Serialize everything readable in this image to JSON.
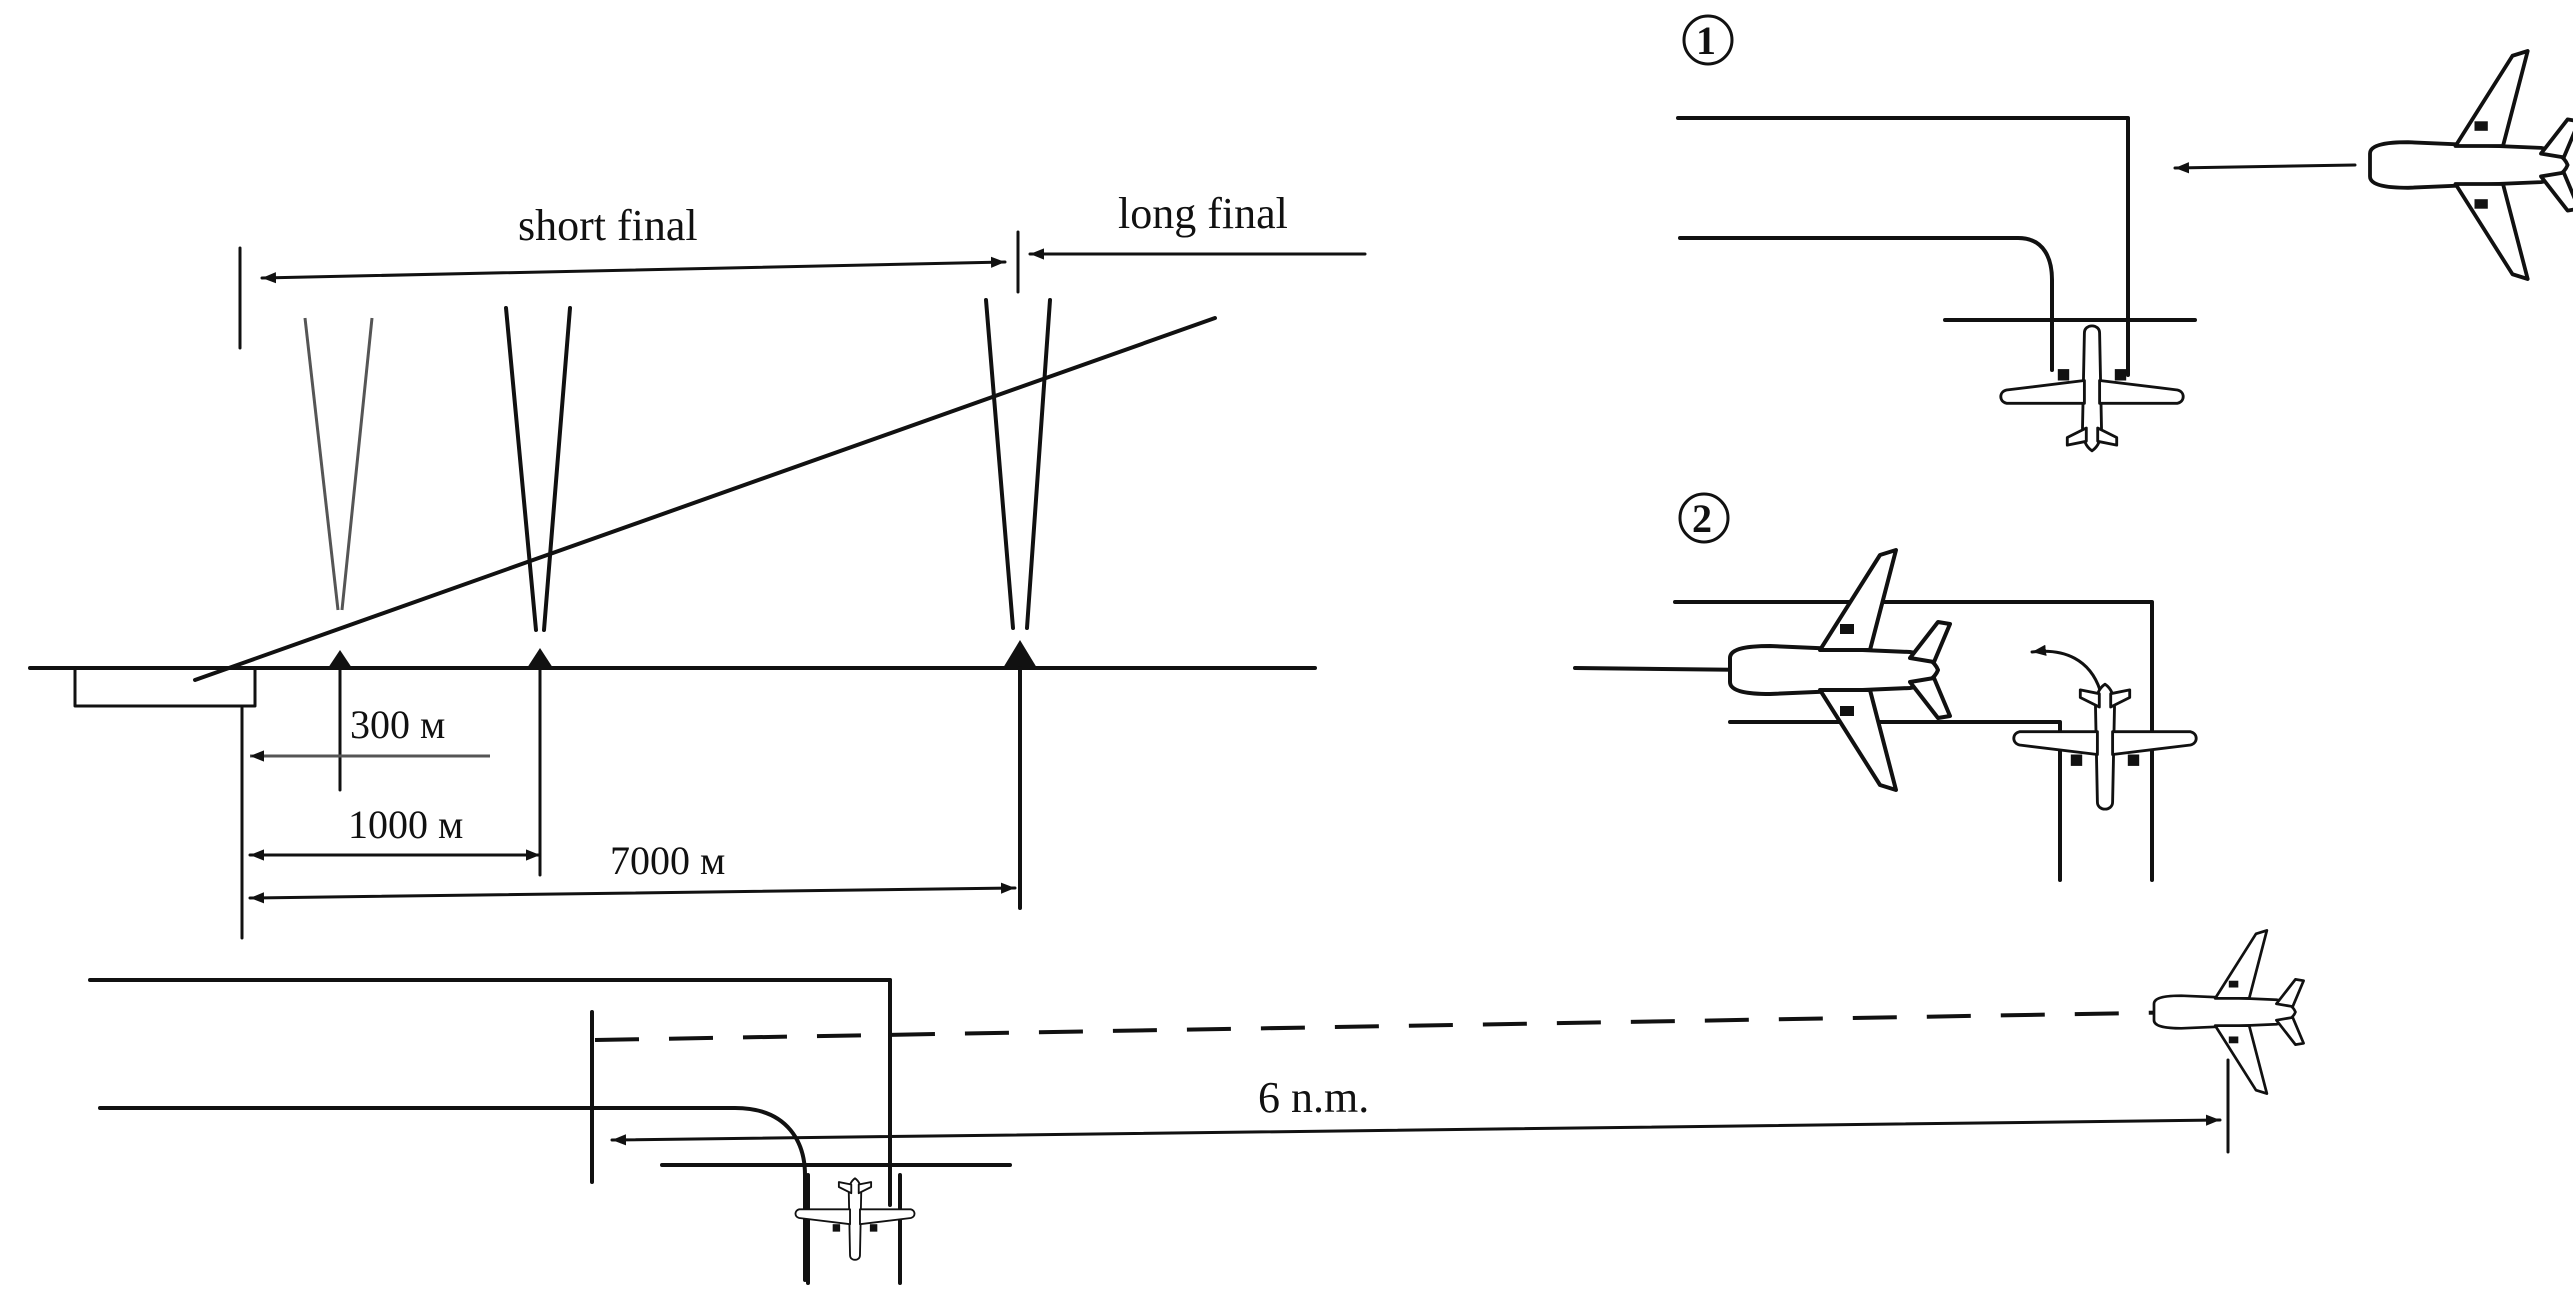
{
  "labels": {
    "short_final": "short final",
    "long_final": "long final",
    "dist_300": "300 м",
    "dist_1000": "1000 м",
    "dist_7000": "7000 м",
    "dist_6nm": "6 n.m."
  },
  "scenarios": {
    "one": "1",
    "two": "2"
  },
  "icons": {
    "aircraft": "aircraft-icon",
    "marker": "marker-beacon-icon"
  }
}
